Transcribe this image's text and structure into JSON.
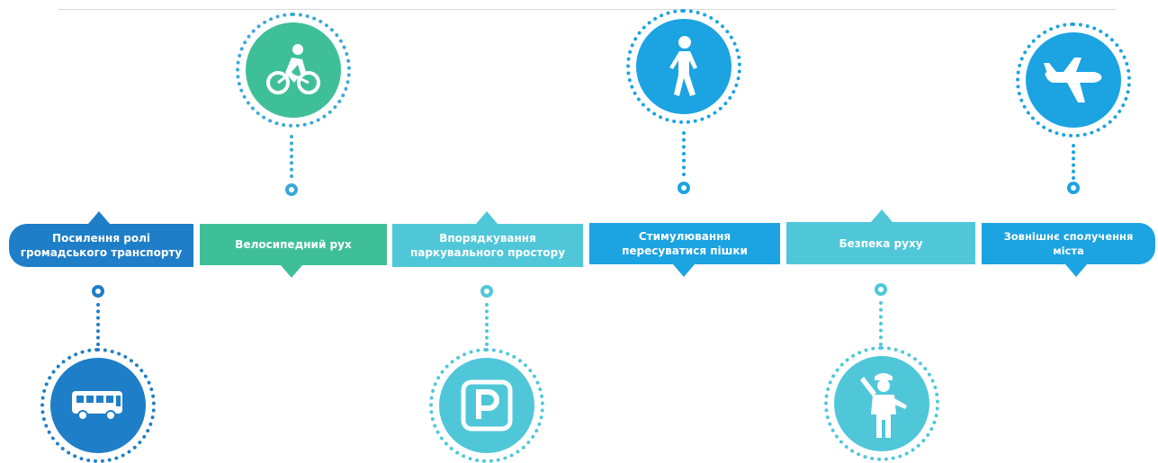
{
  "items": [
    {
      "key": "transit",
      "label": "Посилення ролі громадського транспорту",
      "color": "#1f7ec8",
      "dot_color": "#1f7ec8",
      "icon": "bus-icon"
    },
    {
      "key": "bike",
      "label": "Велосипедний рух",
      "color": "#3fbf97",
      "dot_color": "#3aa8d8",
      "icon": "bicycle-icon"
    },
    {
      "key": "parking",
      "label": "Впорядкування паркувального простору",
      "color": "#4fc7d9",
      "dot_color": "#4fc7d9",
      "icon": "parking-icon"
    },
    {
      "key": "walking",
      "label": "Стимулювання пересуватися пішки",
      "color": "#1ba3e2",
      "dot_color": "#1ba3e2",
      "icon": "pedestrian-icon"
    },
    {
      "key": "safety",
      "label": "Безпека руху",
      "color": "#4fc7d9",
      "dot_color": "#4fc7d9",
      "icon": "traffic-police-icon"
    },
    {
      "key": "external",
      "label": "Зовнішнє сполучення міста",
      "color": "#1ba3e2",
      "dot_color": "#1ba3e2",
      "icon": "airplane-icon"
    }
  ]
}
